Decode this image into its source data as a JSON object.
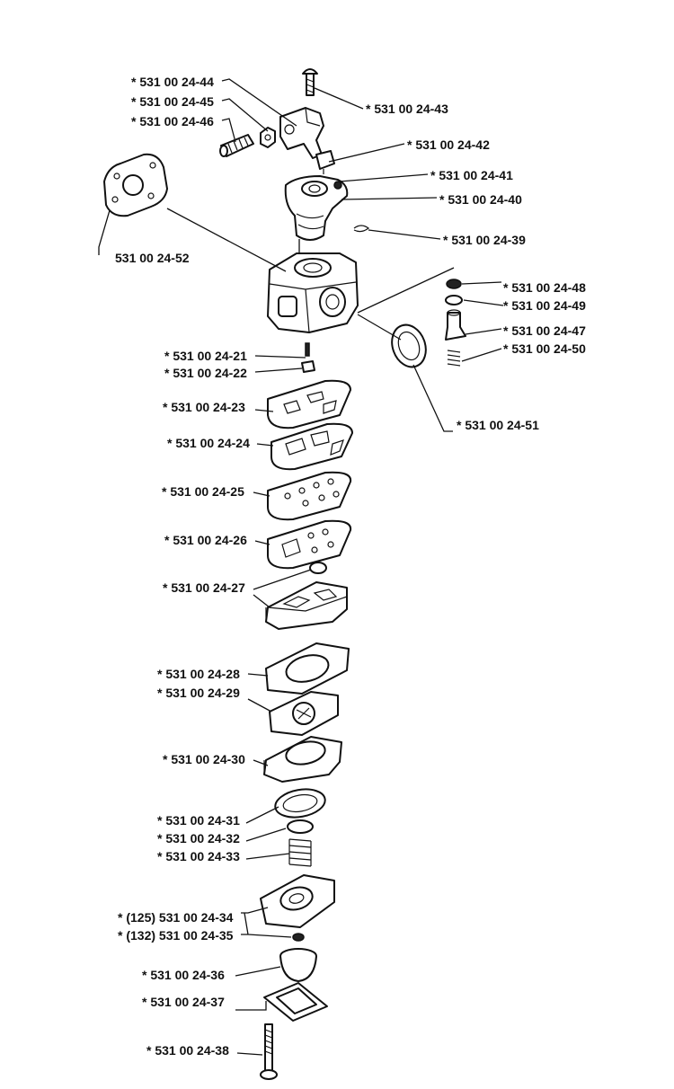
{
  "labels": [
    {
      "id": "p44",
      "text": "* 531 00 24-44"
    },
    {
      "id": "p45",
      "text": "* 531 00 24-45"
    },
    {
      "id": "p46",
      "text": "* 531 00 24-46"
    },
    {
      "id": "p43",
      "text": "* 531 00 24-43"
    },
    {
      "id": "p42",
      "text": "* 531 00 24-42"
    },
    {
      "id": "p41",
      "text": "* 531 00 24-41"
    },
    {
      "id": "p40",
      "text": "* 531 00 24-40"
    },
    {
      "id": "p39",
      "text": "* 531 00 24-39"
    },
    {
      "id": "p52",
      "text": "531 00 24-52"
    },
    {
      "id": "p48",
      "text": "* 531 00 24-48"
    },
    {
      "id": "p49",
      "text": "* 531 00 24-49"
    },
    {
      "id": "p47",
      "text": "* 531 00 24-47"
    },
    {
      "id": "p50",
      "text": "* 531 00 24-50"
    },
    {
      "id": "p21",
      "text": "* 531 00 24-21"
    },
    {
      "id": "p22",
      "text": "* 531 00 24-22"
    },
    {
      "id": "p51",
      "text": "* 531 00 24-51"
    },
    {
      "id": "p23",
      "text": "* 531 00 24-23"
    },
    {
      "id": "p24",
      "text": "* 531 00 24-24"
    },
    {
      "id": "p25",
      "text": "* 531 00 24-25"
    },
    {
      "id": "p26",
      "text": "* 531 00 24-26"
    },
    {
      "id": "p27",
      "text": "* 531 00 24-27"
    },
    {
      "id": "p28",
      "text": "* 531 00 24-28"
    },
    {
      "id": "p29",
      "text": "* 531 00 24-29"
    },
    {
      "id": "p30",
      "text": "* 531 00 24-30"
    },
    {
      "id": "p31",
      "text": "* 531 00 24-31"
    },
    {
      "id": "p32",
      "text": "* 531 00 24-32"
    },
    {
      "id": "p33",
      "text": "* 531 00 24-33"
    },
    {
      "id": "p34",
      "text": "* (125) 531 00 24-34"
    },
    {
      "id": "p35",
      "text": "* (132) 531 00 24-35"
    },
    {
      "id": "p36",
      "text": "* 531 00 24-36"
    },
    {
      "id": "p37",
      "text": "* 531 00 24-37"
    },
    {
      "id": "p38",
      "text": "* 531 00 24-38"
    }
  ]
}
